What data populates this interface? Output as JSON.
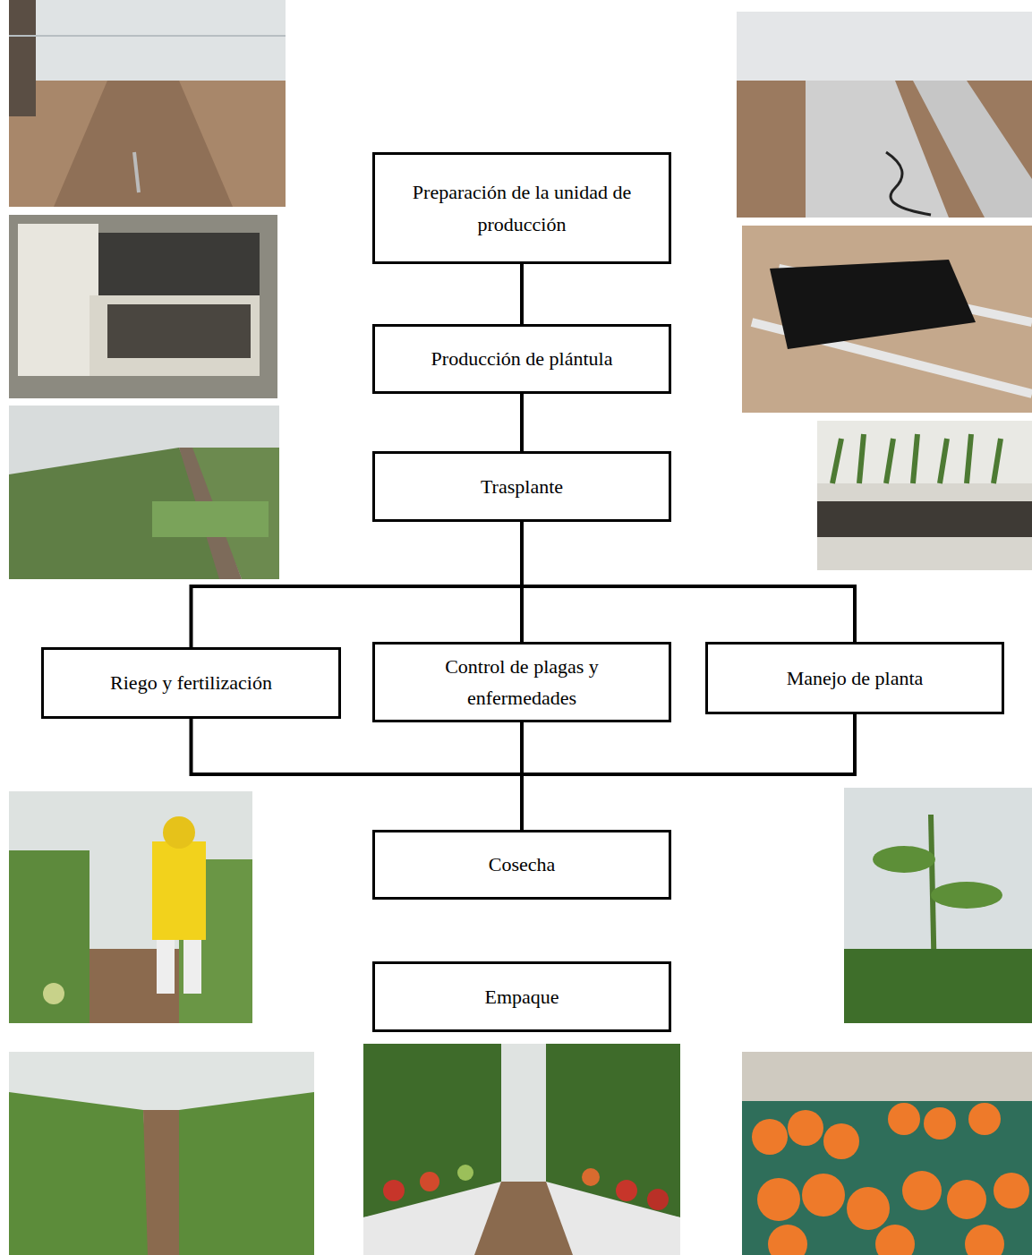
{
  "diagram": {
    "nodes": [
      {
        "text": [
          "Preparación de la unidad de producción"
        ]
      },
      {
        "text": [
          "Producción de plántula"
        ]
      },
      {
        "text": [
          "Trasplante"
        ]
      },
      {
        "text": [
          "Riego y fertilización"
        ]
      },
      {
        "text": [
          "Control de plagas y enfermedades"
        ]
      },
      {
        "text": [
          "Manejo de planta"
        ]
      },
      {
        "text": [
          "Cosecha"
        ]
      },
      {
        "text": [
          "Empaque"
        ]
      }
    ],
    "edges": [
      {
        "from": 0,
        "to": 1,
        "arrow": "none"
      },
      {
        "from": 1,
        "to": 2,
        "arrow": "none"
      },
      {
        "from": 2,
        "to": 3,
        "arrow": "none"
      },
      {
        "from": 2,
        "to": 4,
        "arrow": "none"
      },
      {
        "from": 2,
        "to": 5,
        "arrow": "none"
      },
      {
        "from": 3,
        "to": 6,
        "arrow": "none"
      },
      {
        "from": 4,
        "to": 6,
        "arrow": "none"
      },
      {
        "from": 5,
        "to": 6,
        "arrow": "none"
      }
    ]
  }
}
